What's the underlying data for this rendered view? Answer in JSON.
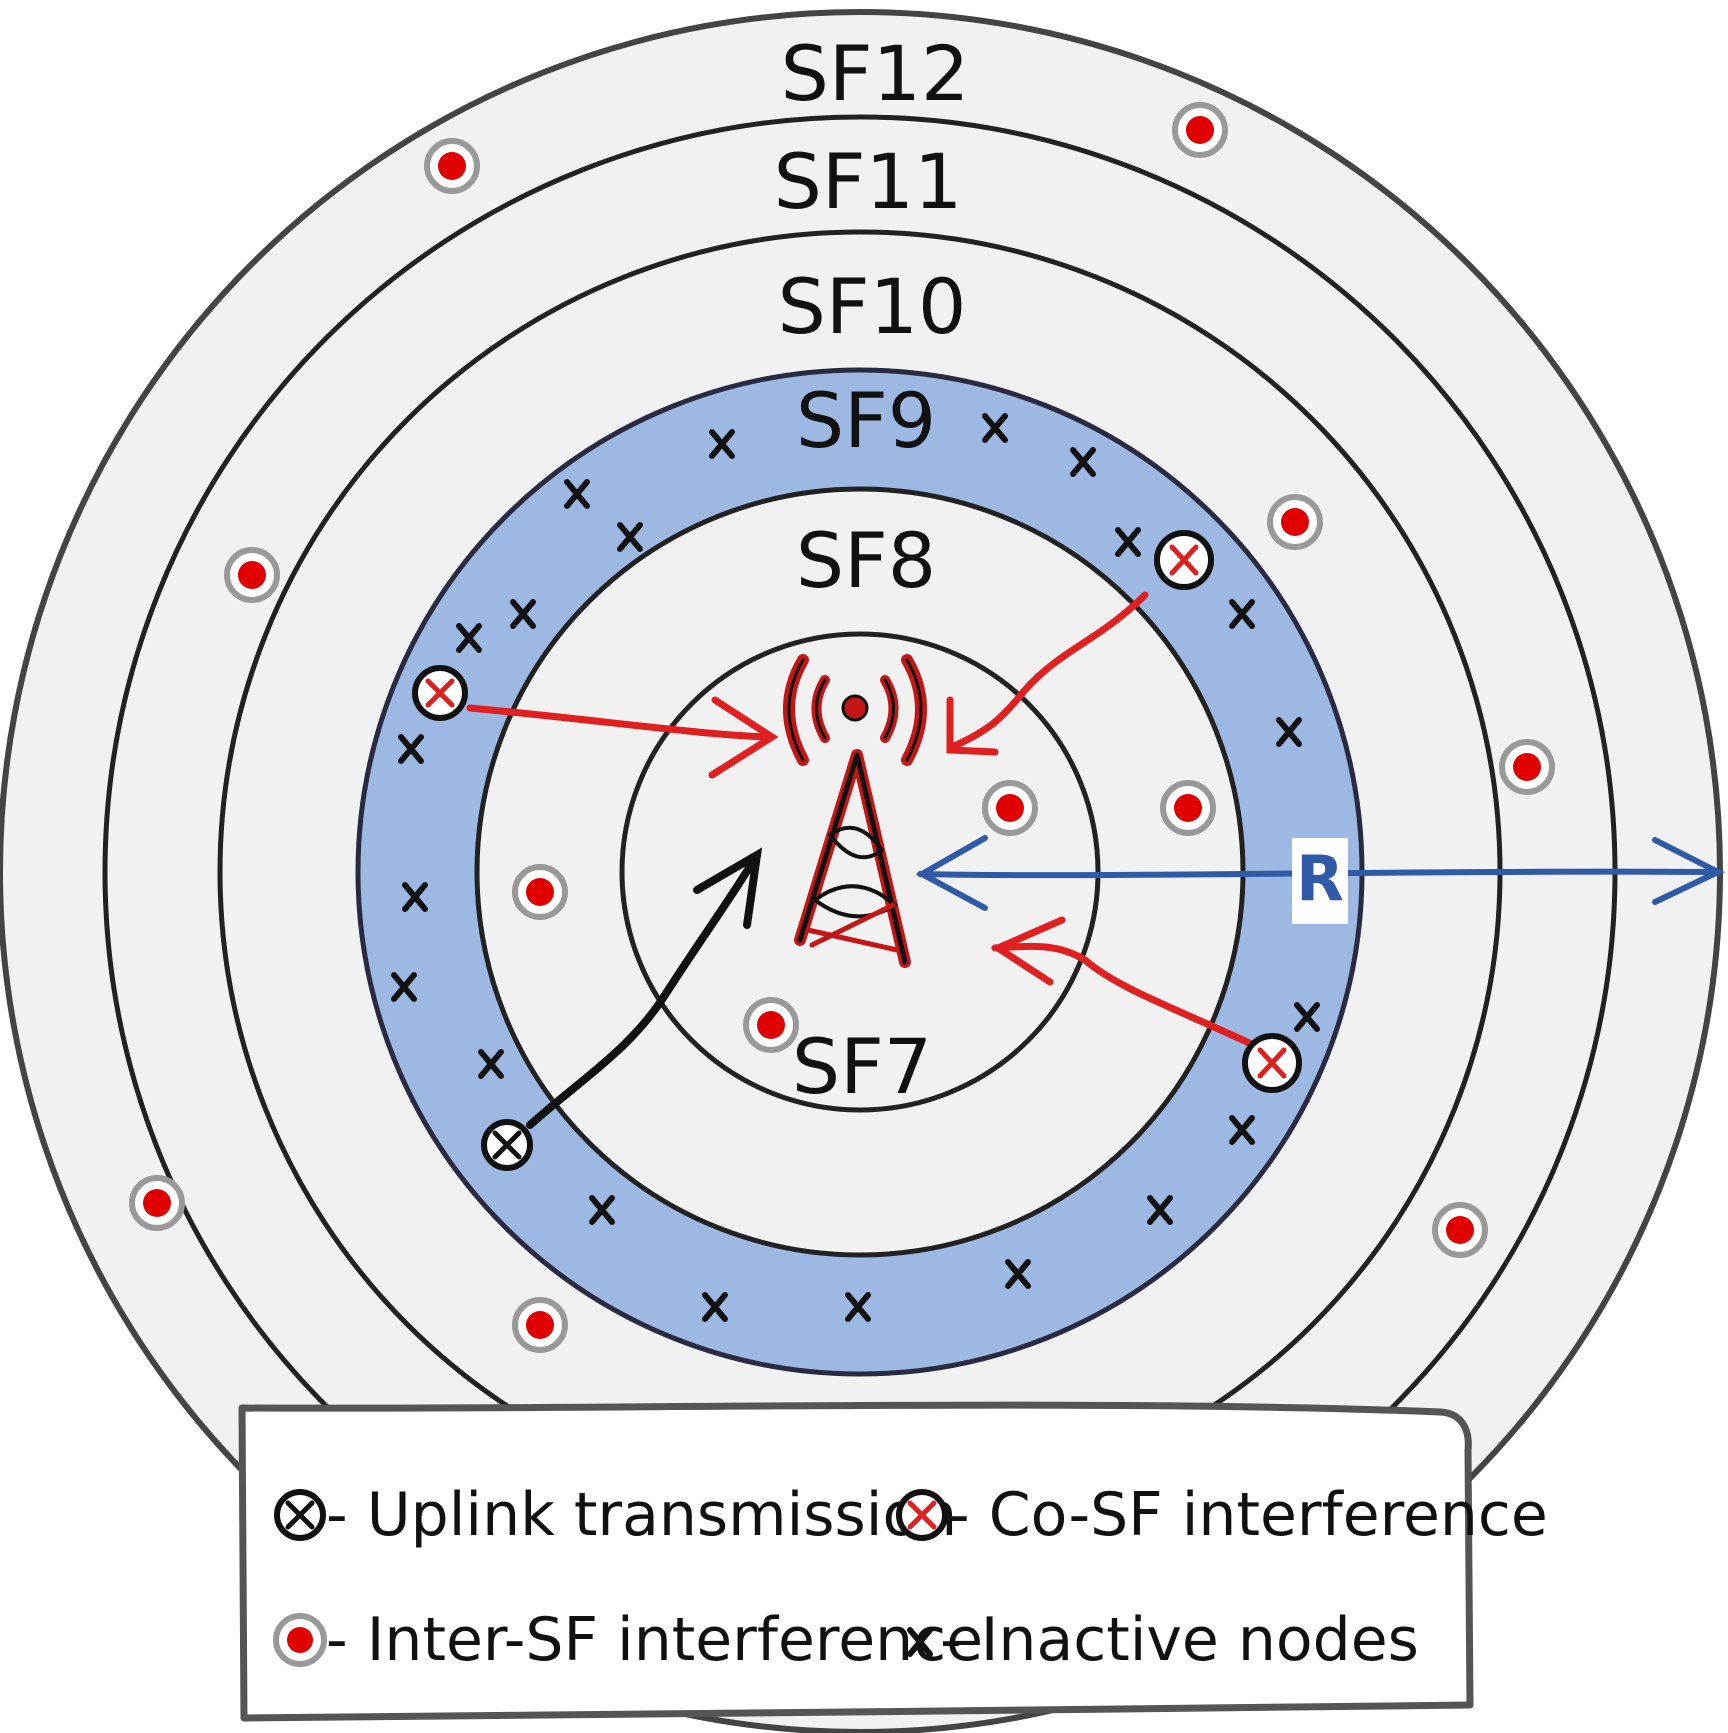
{
  "zones": [
    {
      "label": "SF12",
      "fill": "#f1f1f1"
    },
    {
      "label": "SF11",
      "fill": "#f1f1f1"
    },
    {
      "label": "SF10",
      "fill": "#f1f1f1"
    },
    {
      "label": "SF9",
      "fill": "#9db8e3"
    },
    {
      "label": "SF8",
      "fill": "#f1f1f1"
    },
    {
      "label": "SF7",
      "fill": "#f1f1f1"
    }
  ],
  "radius_label": "R",
  "legend": [
    {
      "icon": "uplink-transmission-icon",
      "label": "- Uplink transmission"
    },
    {
      "icon": "co-sf-interference-icon",
      "label": "- Co-SF interference"
    },
    {
      "icon": "inter-sf-interference-icon",
      "label": "- Inter-SF interference"
    },
    {
      "icon": "inactive-node-icon",
      "label": "- Inactive nodes"
    }
  ],
  "colors": {
    "ring_stroke": "#222222",
    "outer_stroke": "#444444",
    "highlight_band": "#9db8e3",
    "interference": "#e02020",
    "radius_arrow": "#2f5aa8",
    "uplink_arrow": "#111111"
  }
}
